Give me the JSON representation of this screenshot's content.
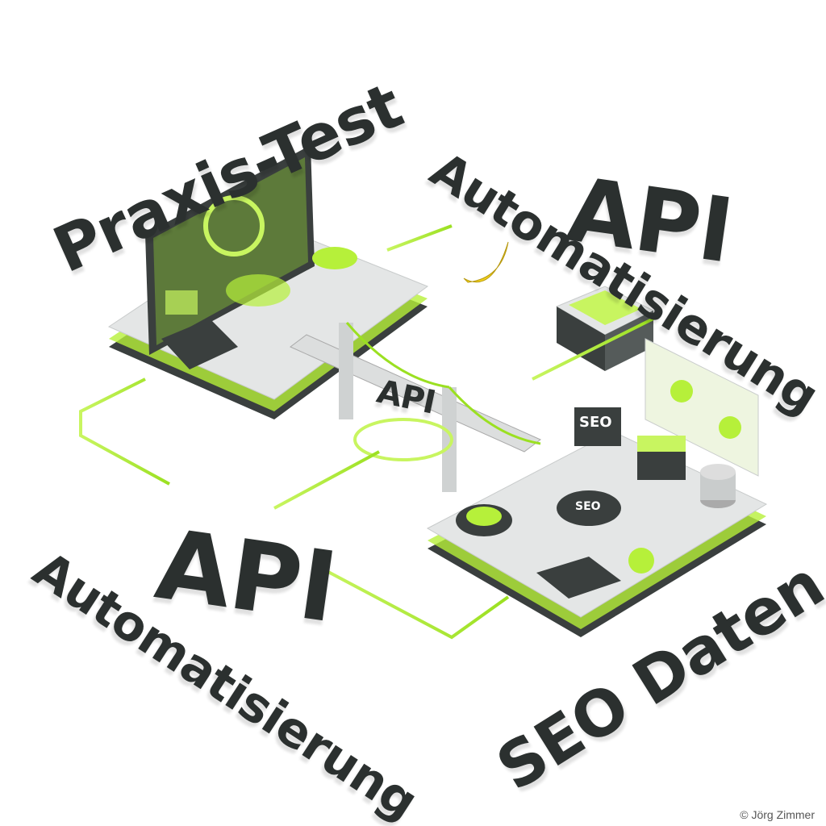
{
  "headings": {
    "praxis_test": "Praxis-Test",
    "api_top": "API",
    "automatisierung_top": "Automatisierung",
    "api_left": "API",
    "automatisierung_left": "Automatisierung",
    "seo_daten": "SEO Daten"
  },
  "bridge_label": "API",
  "seo_sign": "SEO",
  "seo_button": "SEO",
  "credit": "© Jörg Zimmer",
  "colors": {
    "accent": "#b6f03a",
    "text": "#2b302f",
    "platform": "#e4e6e6",
    "dark": "#3a3f3e"
  }
}
